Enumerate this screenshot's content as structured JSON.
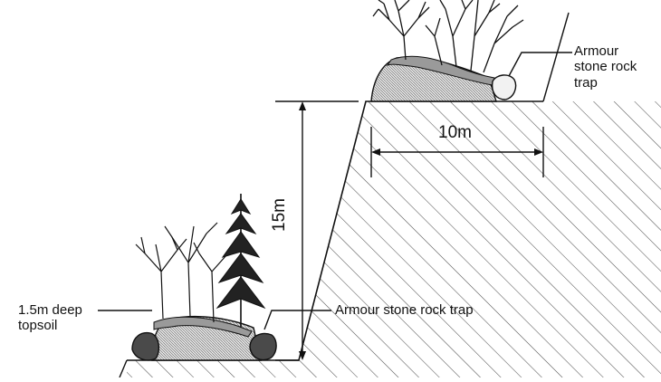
{
  "diagram": {
    "upper_rock_trap_label": "Armour stone rock trap",
    "topsoil_label": "1.5m deep topsoil",
    "lower_rock_trap_label": "Armour stone rock trap",
    "bench_width_label": "10m",
    "slope_height_label": "15m"
  }
}
